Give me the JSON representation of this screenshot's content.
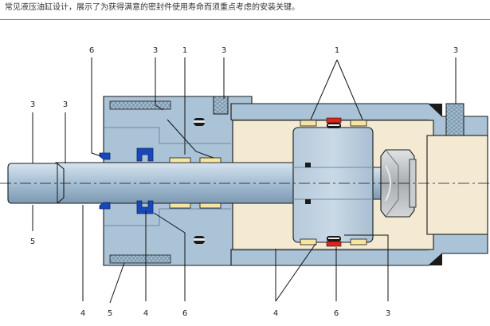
{
  "caption": "常见液压油缸设计，展示了为获得满意的密封件使用寿命而须重点考虑的安装关键。",
  "colors": {
    "steel": "#aac3d7",
    "steel_light": "#c6d7e5",
    "steel_dark": "#8ea9bf",
    "fluid": "#f4ead3",
    "seal_blue": "#1a47b8",
    "wear_ring": "#f5e4a3",
    "o_ring_red": "#e0241b",
    "black": "#1a1a1a",
    "nut_gray": "#b8bcc0"
  },
  "callouts": {
    "top_6": "6",
    "top_3a": "3",
    "top_1a": "1",
    "top_3b": "3",
    "top_1b": "1",
    "top_3c": "3",
    "left_3a": "3",
    "left_3b": "3",
    "left_5": "5",
    "bot_4a": "4",
    "bot_5": "5",
    "bot_4b": "4",
    "bot_6a": "6",
    "bot_4c": "4",
    "bot_6b": "6",
    "bot_3": "3"
  }
}
